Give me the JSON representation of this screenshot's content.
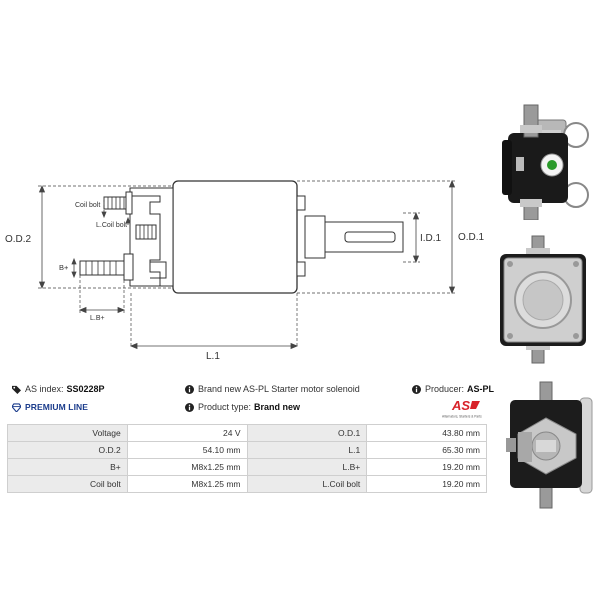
{
  "diagram": {
    "labels": {
      "od2": "O.D.2",
      "od1": "O.D.1",
      "id1": "I.D.1",
      "l1": "L.1",
      "bplus": "B+",
      "lbplus": "L.B+",
      "coil_bolt": "Coil bolt",
      "lcoil_bolt": "L.Coil bolt"
    }
  },
  "info": {
    "as_index_label": "AS index:",
    "as_index_value": "SS0228P",
    "premium": "PREMIUM LINE",
    "description": "Brand new AS-PL Starter motor solenoid",
    "product_type_label": "Product type:",
    "product_type_value": "Brand new",
    "producer_label": "Producer:",
    "producer_value": "AS-PL"
  },
  "logo": {
    "text": "AS",
    "tagline": "Alternators, Starters & Parts"
  },
  "specs": [
    {
      "k1": "Voltage",
      "v1": "24 V",
      "k2": "O.D.1",
      "v2": "43.80 mm"
    },
    {
      "k1": "O.D.2",
      "v1": "54.10 mm",
      "k2": "L.1",
      "v2": "65.30 mm"
    },
    {
      "k1": "B+",
      "v1": "M8x1.25 mm",
      "k2": "L.B+",
      "v2": "19.20 mm"
    },
    {
      "k1": "Coil bolt",
      "v1": "M8x1.25 mm",
      "k2": "L.Coil bolt",
      "v2": "19.20 mm"
    }
  ],
  "colors": {
    "accent_red": "#d8232a",
    "premium_blue": "#1b3c8c",
    "table_key_bg": "#ebebeb"
  },
  "icons": [
    "tag-icon",
    "diamond-icon",
    "info-icon"
  ]
}
